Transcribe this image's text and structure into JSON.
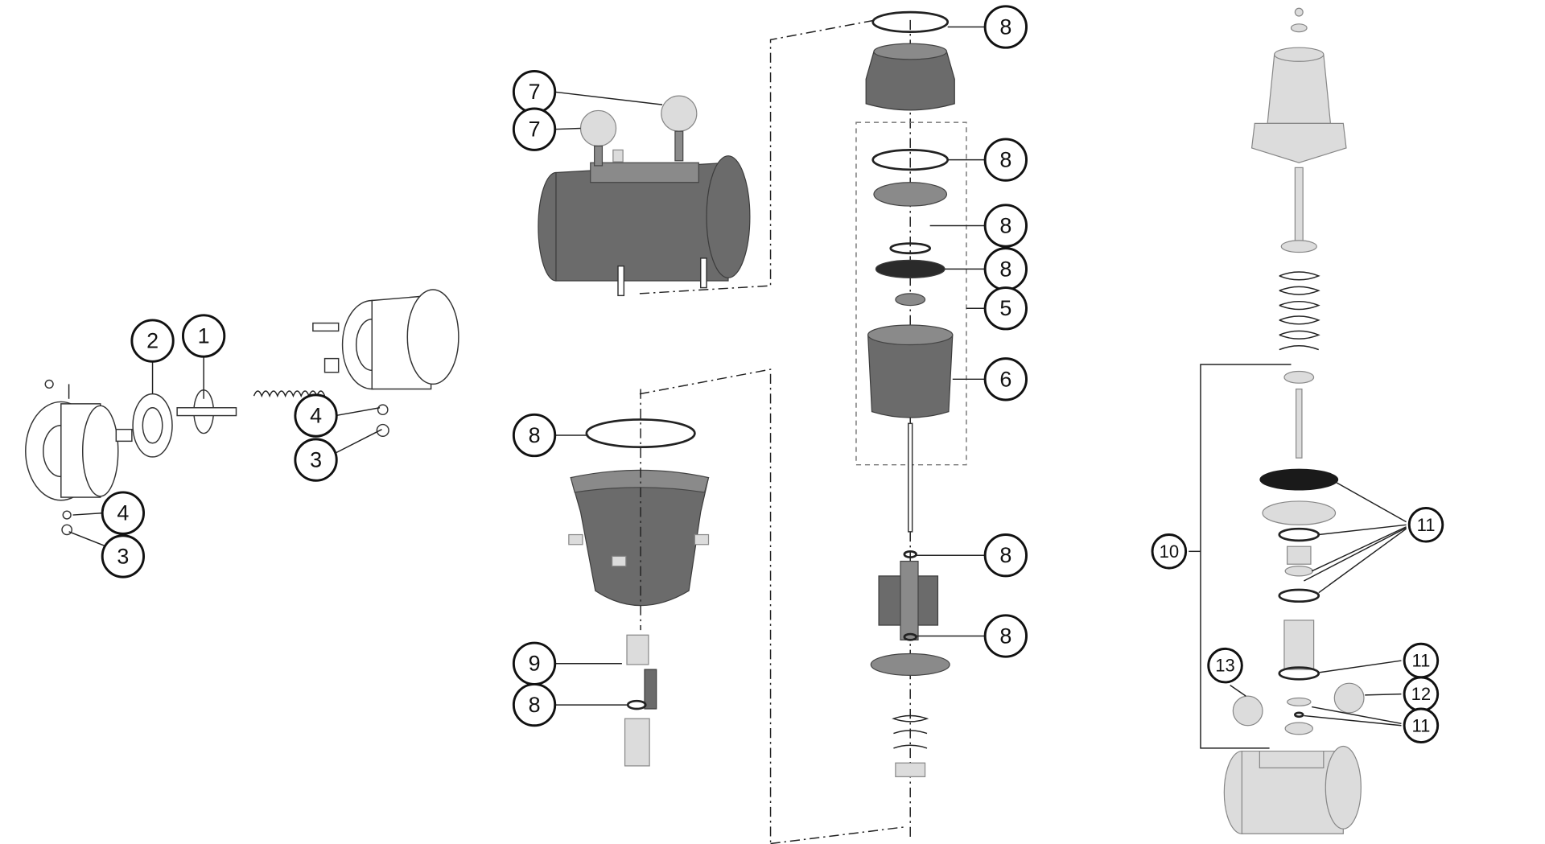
{
  "diagram": {
    "title": "Valve exploded view",
    "callouts": {
      "left": [
        "1",
        "2",
        "4",
        "3",
        "4",
        "3"
      ],
      "middle": [
        "7",
        "7",
        "8",
        "9",
        "8"
      ],
      "column": [
        "8",
        "8",
        "8",
        "8",
        "5",
        "6",
        "8",
        "8"
      ],
      "right": [
        "10",
        "11",
        "11",
        "12",
        "11",
        "13"
      ]
    }
  }
}
